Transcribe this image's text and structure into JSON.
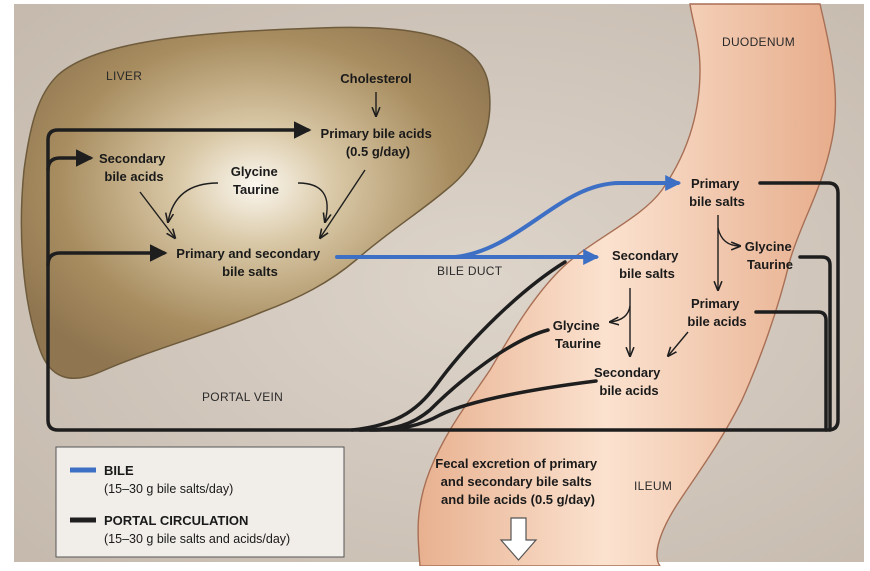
{
  "regions": {
    "liver": "LIVER",
    "duodenum": "DUODENUM",
    "ileum": "ILEUM",
    "portal_vein": "PORTAL VEIN",
    "bile_duct": "BILE DUCT"
  },
  "liver": {
    "cholesterol": "Cholesterol",
    "primary_bile_acids": [
      "Primary bile acids",
      "(0.5 g/day)"
    ],
    "secondary_bile_acids": [
      "Secondary",
      "bile acids"
    ],
    "glycine_taurine": [
      "Glycine",
      "Taurine"
    ],
    "bile_salts": [
      "Primary and secondary",
      "bile salts"
    ]
  },
  "intestine": {
    "primary_bile_salts": [
      "Primary",
      "bile salts"
    ],
    "glycine_taurine_right": [
      "Glycine",
      "Taurine"
    ],
    "primary_bile_acids": [
      "Primary",
      "bile acids"
    ],
    "secondary_bile_salts": [
      "Secondary",
      "bile salts"
    ],
    "glycine_taurine_left": [
      "Glycine",
      "Taurine"
    ],
    "secondary_bile_acids": [
      "Secondary",
      "bile acids"
    ],
    "fecal_excretion": [
      "Fecal excretion of primary",
      "and secondary bile salts",
      "and bile acids (0.5 g/day)"
    ]
  },
  "legend": {
    "bile_title": "BILE",
    "bile_detail": "(15–30 g bile salts/day)",
    "portal_title": "PORTAL CIRCULATION",
    "portal_detail": "(15–30 g bile salts and acids/day)"
  },
  "colors": {
    "background": "#cfc5bb",
    "liver": "#a58a5e",
    "intestine": "#eec2a2",
    "bile": "#3d6fc4",
    "portal": "#1e1e1e"
  }
}
